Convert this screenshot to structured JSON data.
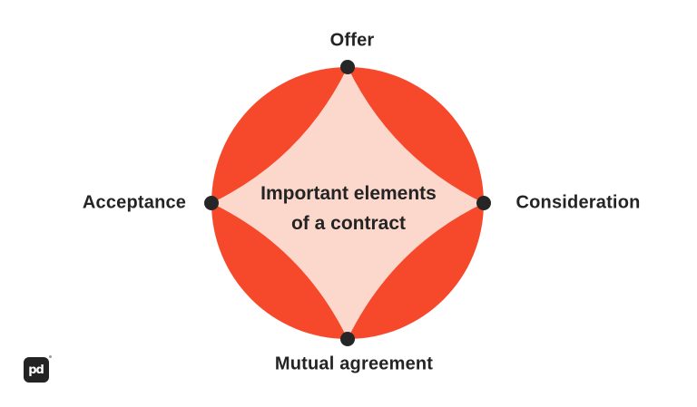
{
  "colors": {
    "background": "#ffffff",
    "circle_fill": "#F6492C",
    "inner_shape_fill": "#FCD7CC",
    "node_dot": "#262626",
    "label_text": "#242424",
    "logo_background": "#232323",
    "logo_text": "#ffffff"
  },
  "diagram": {
    "center_title": {
      "line1": "Important elements",
      "line2": "of a contract"
    },
    "nodes": [
      {
        "id": "top",
        "label": "Offer"
      },
      {
        "id": "right",
        "label": "Consideration"
      },
      {
        "id": "bottom",
        "label": "Mutual agreement"
      },
      {
        "id": "left",
        "label": "Acceptance"
      }
    ]
  },
  "logo": {
    "monogram": "pd"
  }
}
